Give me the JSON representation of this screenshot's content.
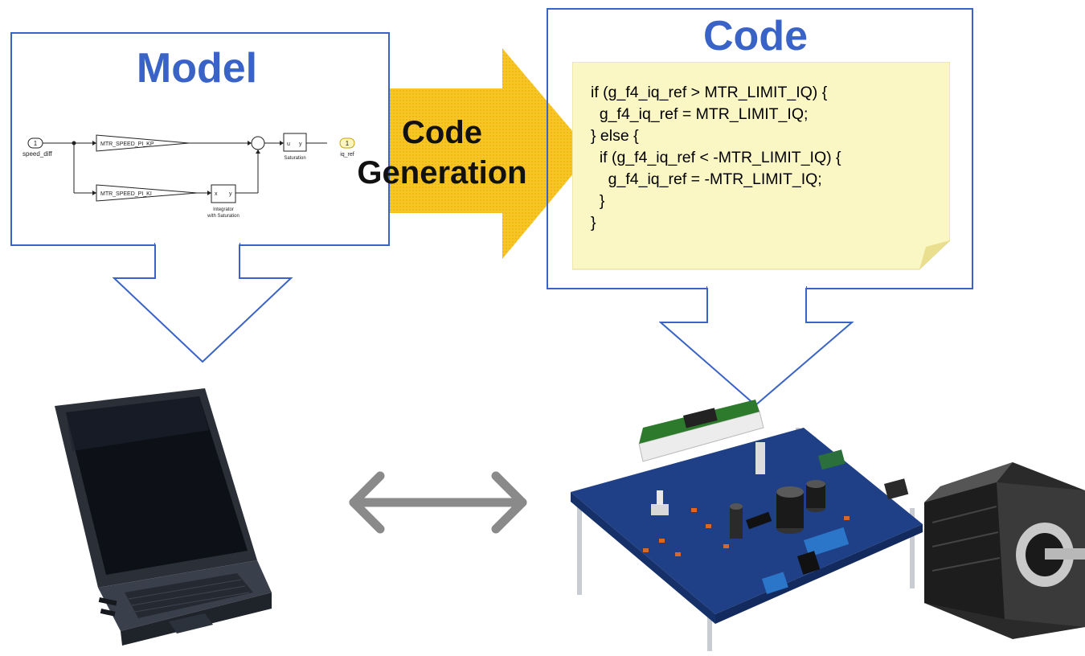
{
  "model_box": {
    "title": "Model",
    "diagram": {
      "inport_number": "1",
      "inport_label": "speed_diff",
      "kp_gain": "MTR_SPEED_PI_KP",
      "ki_gain": "MTR_SPEED_PI_KI",
      "integrator_in": "x",
      "integrator_out": "y",
      "integrator_label_1": "Integrator",
      "integrator_label_2": "with Saturation",
      "saturation_in": "u",
      "saturation_out": "y",
      "saturation_label": "Saturation",
      "outport_number": "1",
      "outport_label": "iq_ref"
    }
  },
  "code_generation": {
    "line1": "Code",
    "line2": "Generation"
  },
  "code_box": {
    "title": "Code",
    "lines": [
      "if (g_f4_iq_ref > MTR_LIMIT_IQ) {",
      "  g_f4_iq_ref = MTR_LIMIT_IQ;",
      "} else {",
      "  if (g_f4_iq_ref < -MTR_LIMIT_IQ) {",
      "    g_f4_iq_ref = -MTR_LIMIT_IQ;",
      "  }",
      "}"
    ]
  },
  "colors": {
    "box_border": "#3a63c8",
    "title_text": "#3a63c8",
    "arrow_fill": "#f5c518",
    "note_fill": "#fbf7c4",
    "link_arrow": "#8a8a8a"
  },
  "images": {
    "laptop": "laptop-computer",
    "board": "motor-control-evaluation-board",
    "motor": "stepper-motor"
  }
}
